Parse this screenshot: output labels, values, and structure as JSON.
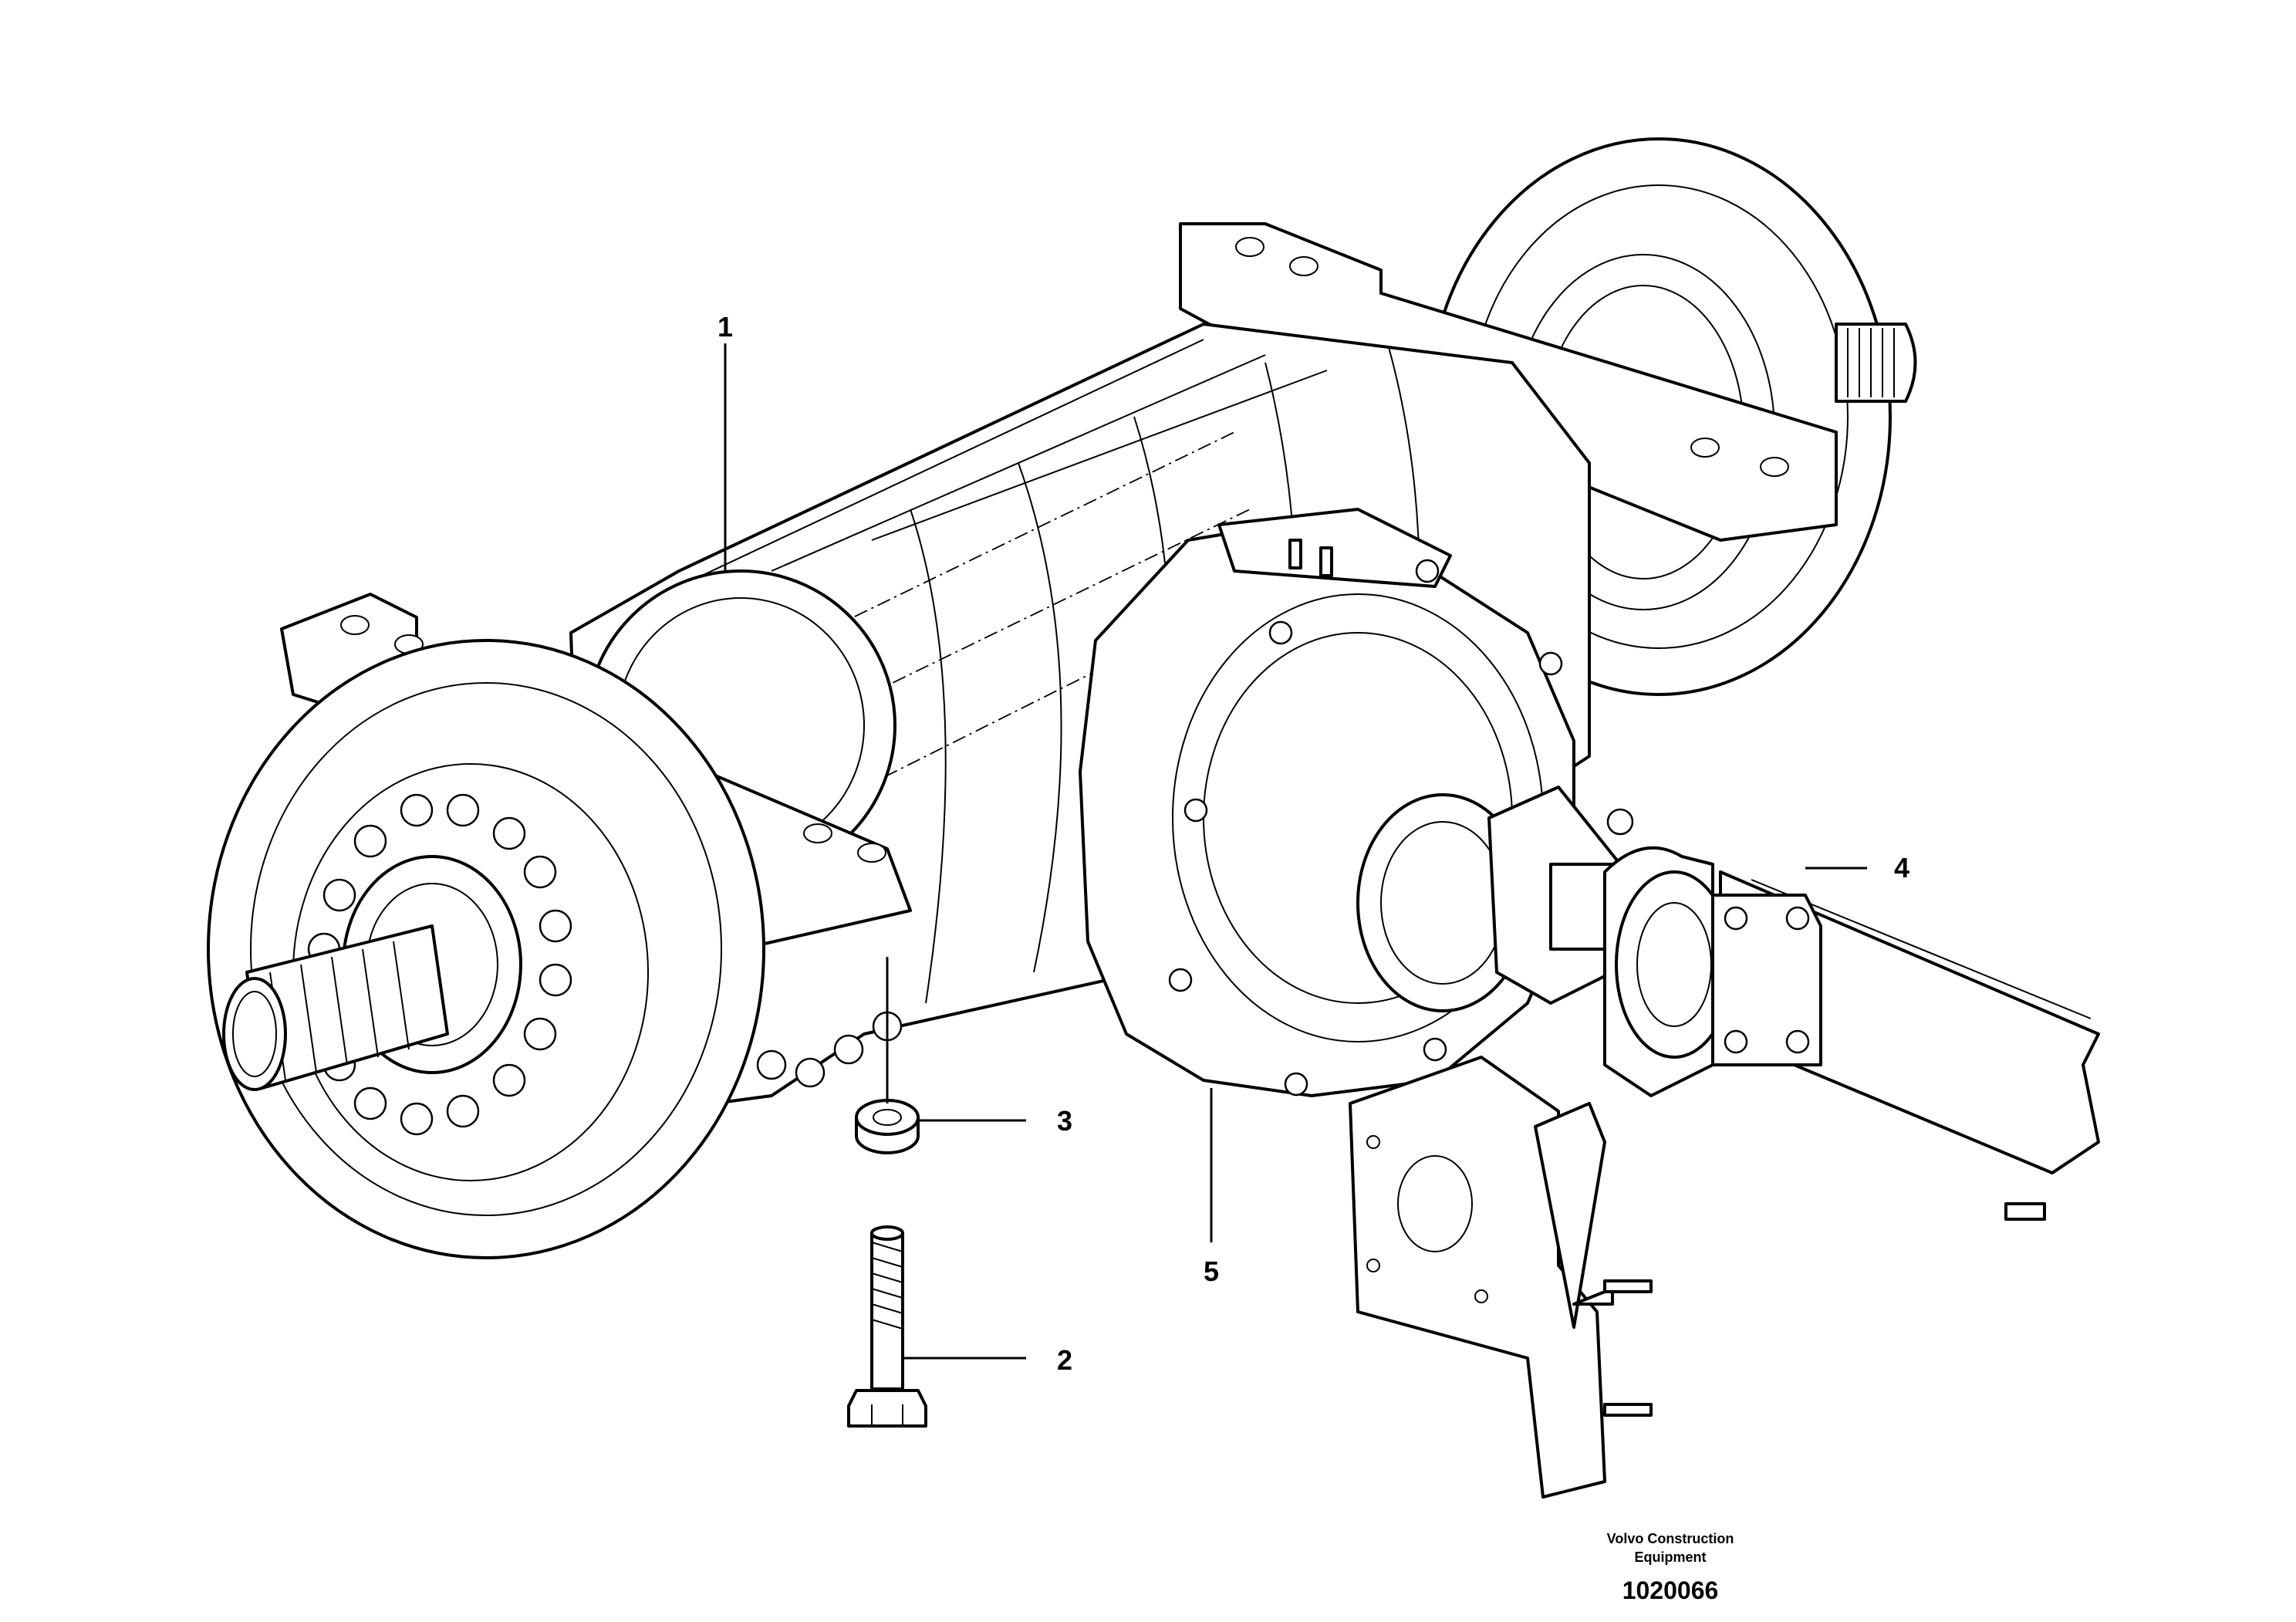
{
  "callouts": [
    {
      "id": "1",
      "label": "1"
    },
    {
      "id": "2",
      "label": "2"
    },
    {
      "id": "3",
      "label": "3"
    },
    {
      "id": "4",
      "label": "4"
    },
    {
      "id": "5",
      "label": "5"
    }
  ],
  "footer": {
    "company_line1": "Volvo Construction",
    "company_line2": "Equipment",
    "drawing_number": "1020066"
  }
}
